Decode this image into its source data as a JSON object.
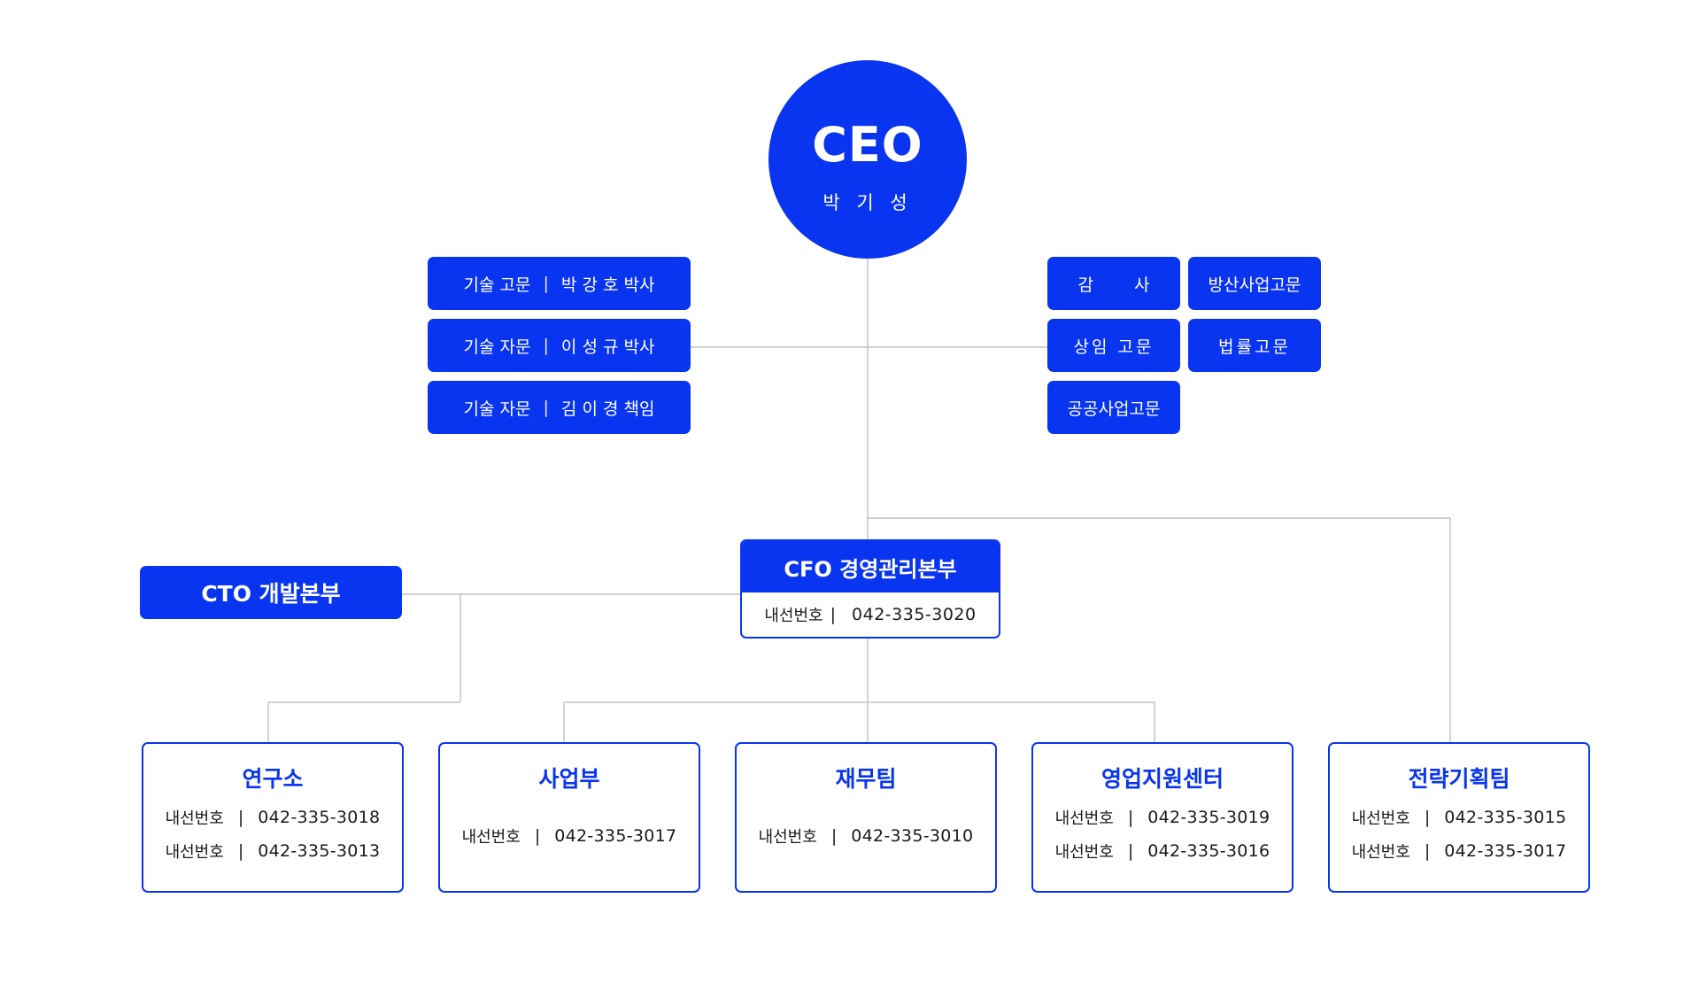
{
  "ceo": {
    "title": "CEO",
    "name": "박 기 성"
  },
  "advisors_left": [
    {
      "role": "기술 고문",
      "separator": "|",
      "person": "박 강 호 박사"
    },
    {
      "role": "기술 자문",
      "separator": "|",
      "person": "이 성 규 박사"
    },
    {
      "role": "기술 자문",
      "separator": "|",
      "person": "김 이 경 책임"
    }
  ],
  "advisors_right": {
    "audit_first": "감",
    "audit_second": "사",
    "defense_advisor": "방산사업고문",
    "standing_advisor": "상임 고문",
    "legal_advisor": "법률고문",
    "public_advisor": "공공사업고문"
  },
  "cto": {
    "label": "CTO 개발본부"
  },
  "cfo": {
    "label": "CFO 경영관리본부",
    "ext_label": "내선번호",
    "separator": "|",
    "ext_number": "042-335-3020"
  },
  "departments": [
    {
      "name": "연구소",
      "lines": [
        {
          "label": "내선번호",
          "separator": "|",
          "number": "042-335-3018"
        },
        {
          "label": "내선번호",
          "separator": "|",
          "number": "042-335-3013"
        }
      ]
    },
    {
      "name": "사업부",
      "lines": [
        {
          "label": "내선번호",
          "separator": "|",
          "number": "042-335-3017"
        }
      ]
    },
    {
      "name": "재무팀",
      "lines": [
        {
          "label": "내선번호",
          "separator": "|",
          "number": "042-335-3010"
        }
      ]
    },
    {
      "name": "영업지원센터",
      "lines": [
        {
          "label": "내선번호",
          "separator": "|",
          "number": "042-335-3019"
        },
        {
          "label": "내선번호",
          "separator": "|",
          "number": "042-335-3016"
        }
      ]
    },
    {
      "name": "전략기획팀",
      "lines": [
        {
          "label": "내선번호",
          "separator": "|",
          "number": "042-335-3015"
        },
        {
          "label": "내선번호",
          "separator": "|",
          "number": "042-335-3017"
        }
      ]
    }
  ],
  "colors": {
    "accent": "#0a35f0",
    "connector": "#c4c4c4",
    "text": "#1a1a1a",
    "background": "#ffffff"
  }
}
